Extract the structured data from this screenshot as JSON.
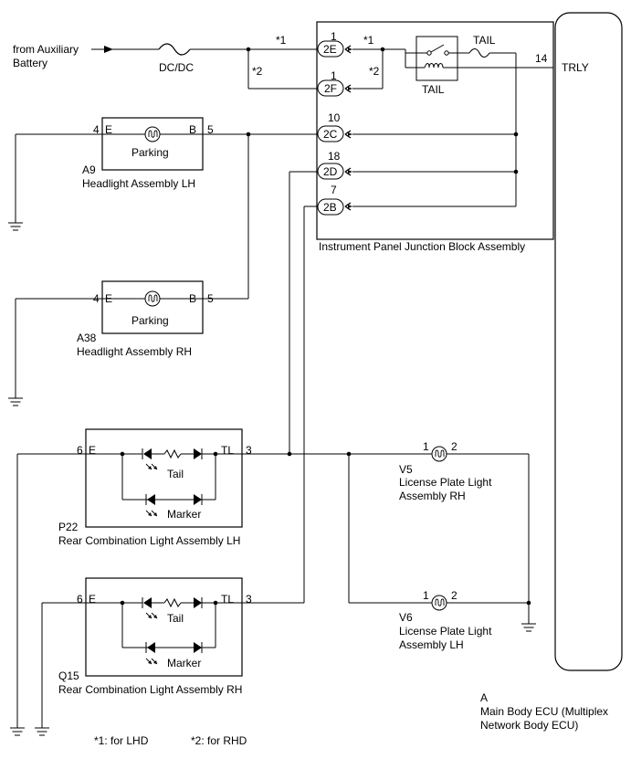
{
  "source": {
    "line1": "from Auxiliary",
    "line2": "Battery"
  },
  "dcdc": "DC/DC",
  "notes": {
    "lhd_mark": "*1",
    "rhd_mark": "*2",
    "lhd": "*1: for LHD",
    "rhd": "*2: for RHD"
  },
  "junction_block": {
    "label": "Instrument Panel Junction Block Assembly",
    "relay_label": "TAIL",
    "fuse_label": "TAIL",
    "trly_pin": "14",
    "trly_label": "TRLY",
    "connectors": [
      {
        "pin": "1",
        "name": "2E"
      },
      {
        "pin": "1",
        "name": "2F"
      },
      {
        "pin": "10",
        "name": "2C"
      },
      {
        "pin": "18",
        "name": "2D"
      },
      {
        "pin": "7",
        "name": "2B"
      }
    ]
  },
  "headlight_lh": {
    "code": "A9",
    "name": "Headlight Assembly LH",
    "bulb": "Parking",
    "pin_e": "4",
    "e": "E",
    "pin_b": "5",
    "b": "B"
  },
  "headlight_rh": {
    "code": "A38",
    "name": "Headlight Assembly RH",
    "bulb": "Parking",
    "pin_e": "4",
    "e": "E",
    "pin_b": "5",
    "b": "B"
  },
  "rear_lh": {
    "code": "P22",
    "name": "Rear Combination Light Assembly LH",
    "pin_e": "6",
    "e": "E",
    "pin_tl": "3",
    "tl": "TL",
    "tail": "Tail",
    "marker": "Marker"
  },
  "rear_rh": {
    "code": "Q15",
    "name": "Rear Combination Light Assembly RH",
    "pin_e": "6",
    "e": "E",
    "pin_tl": "3",
    "tl": "TL",
    "tail": "Tail",
    "marker": "Marker"
  },
  "license_rh": {
    "code": "V5",
    "line1": "License Plate Light",
    "line2": "Assembly RH",
    "pin1": "1",
    "pin2": "2"
  },
  "license_lh": {
    "code": "V6",
    "line1": "License Plate Light",
    "line2": "Assembly LH",
    "pin1": "1",
    "pin2": "2"
  },
  "ecu": {
    "code": "A",
    "line1": "Main Body ECU (Multiplex",
    "line2": "Network Body ECU)"
  }
}
